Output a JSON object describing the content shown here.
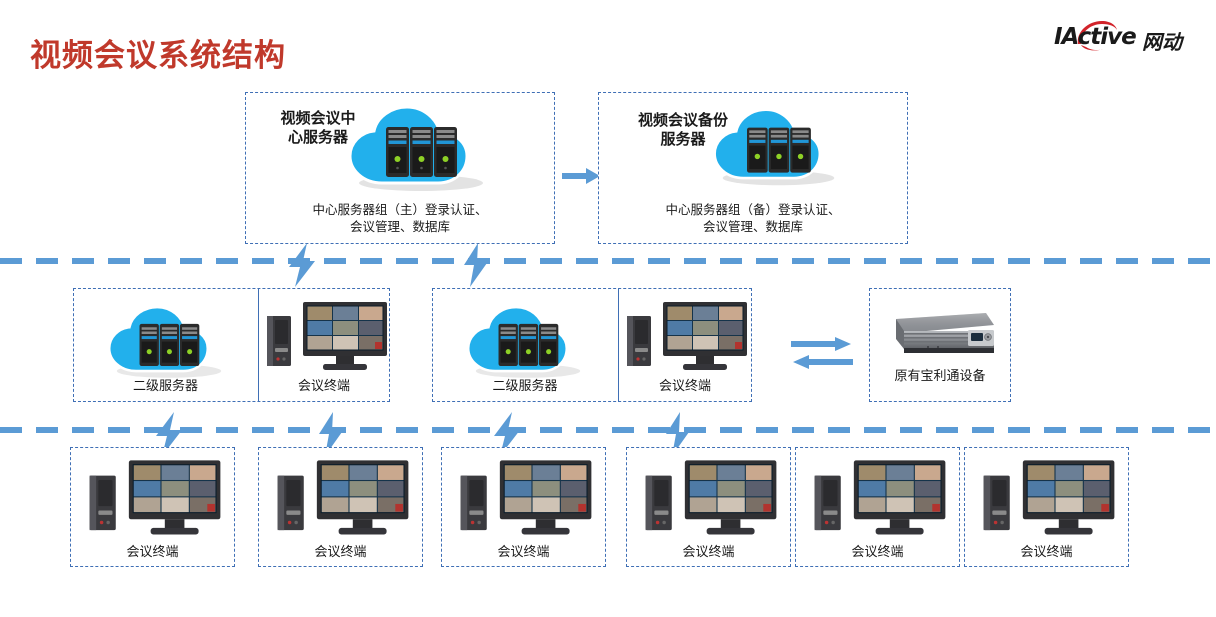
{
  "page": {
    "title": "视频会议系统结构",
    "title_color": "#c0392b",
    "accent_color": "#5b9bd5",
    "box_border_color": "#3f6fb5",
    "cloud_color": "#22b0ec",
    "background": "#ffffff"
  },
  "logo": {
    "latin_text": "IActive",
    "cn_text": "网动",
    "swoosh_color": "#d2232a",
    "text_color": "#1a1a1a"
  },
  "top_row": {
    "center_server": {
      "title": "视频会议中\n心服务器",
      "title_line1": "视频会议中",
      "title_line2": "心服务器",
      "caption_line1": "中心服务器组（主）登录认证、",
      "caption_line2": "会议管理、数据库",
      "icon": "cloud-server-icon"
    },
    "backup_server": {
      "title_line1": "视频会议备份",
      "title_line2": "服务器",
      "caption_line1": "中心服务器组（备）登录认证、",
      "caption_line2": "会议管理、数据库",
      "icon": "cloud-server-icon"
    },
    "link_arrow": {
      "icon": "arrow-right-icon",
      "direction": "right",
      "color": "#5b9bd5"
    }
  },
  "middle_row": {
    "groups": [
      {
        "server": {
          "label": "二级服务器",
          "icon": "cloud-server-icon"
        },
        "terminal": {
          "label": "会议终端",
          "icon": "pc-monitor-icon"
        }
      },
      {
        "server": {
          "label": "二级服务器",
          "icon": "cloud-server-icon"
        },
        "terminal": {
          "label": "会议终端",
          "icon": "pc-monitor-icon"
        }
      }
    ],
    "legacy_device": {
      "label": "原有宝利通设备",
      "icon": "rack-mcu-icon"
    },
    "legacy_link_arrows": {
      "icon": "arrow-bidirectional-icon",
      "top_direction": "right",
      "bottom_direction": "left",
      "color": "#5b9bd5"
    }
  },
  "bottom_row": {
    "terminals": [
      {
        "label": "会议终端",
        "icon": "pc-monitor-icon"
      },
      {
        "label": "会议终端",
        "icon": "pc-monitor-icon"
      },
      {
        "label": "会议终端",
        "icon": "pc-monitor-icon"
      },
      {
        "label": "会议终端",
        "icon": "pc-monitor-icon"
      },
      {
        "label": "会议终端",
        "icon": "pc-monitor-icon"
      },
      {
        "label": "会议终端",
        "icon": "pc-monitor-icon"
      }
    ]
  },
  "connectors": {
    "bus_lines": 2,
    "wireless_bolts_upper": 2,
    "wireless_bolts_lower": 4,
    "bolt_icon": "lightning-bolt-icon",
    "bolt_color": "#5b9bd5"
  }
}
